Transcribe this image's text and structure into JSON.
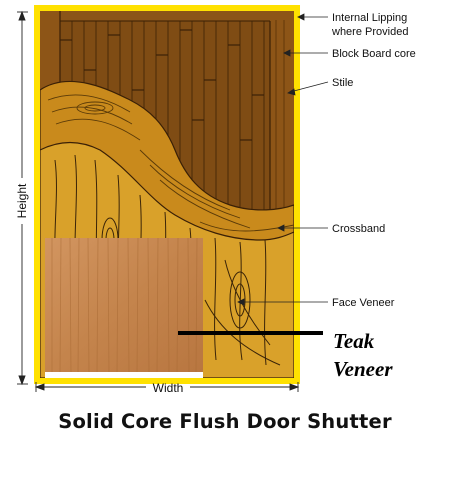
{
  "title": "Solid Core Flush Door Shutter",
  "callouts": {
    "internal_lipping_line1": "Internal Lipping",
    "internal_lipping_line2": "where Provided",
    "block_board_core": "Block Board core",
    "stile": "Stile",
    "crossband": "Crossband",
    "face_veneer": "Face Veneer"
  },
  "teak_veneer": {
    "line1": "Teak",
    "line2": "Veneer"
  },
  "dimensions": {
    "height": "Height",
    "width": "Width"
  },
  "colors": {
    "frame": "#ffe100",
    "core_dark": "#7a4a14",
    "core_light": "#9c6420",
    "stile": "#8d5517",
    "crossband": "#c98a1c",
    "face_veneer": "#d9a12a",
    "teak": "#c98b52"
  }
}
